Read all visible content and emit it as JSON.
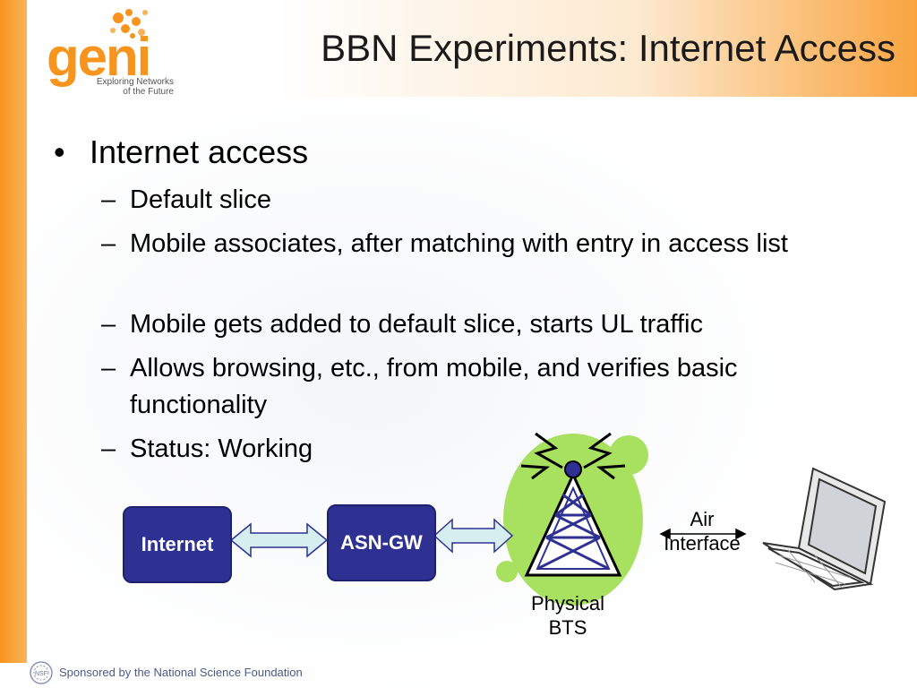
{
  "title": "BBN Experiments:  Internet Access",
  "logo": {
    "word": "geni",
    "tagline_line1": "Exploring Networks",
    "tagline_line2": "of the Future"
  },
  "bullets": {
    "main": "Internet access",
    "subs": [
      {
        "dash": "–",
        "text": "Default slice"
      },
      {
        "dash": "–",
        "text": "Mobile associates, after matching with entry in access list"
      },
      {
        "dash": "–",
        "text": "Mobile gets added to default slice, starts UL traffic"
      },
      {
        "dash": "–",
        "text": "Allows browsing, etc., from mobile, and verifies basic functionality"
      },
      {
        "dash": "–",
        "text": "Status:  Working"
      }
    ]
  },
  "diagram": {
    "internet_label": "Internet",
    "asngw_label": "ASN-GW",
    "bts_label_line1": "Physical",
    "bts_label_line2": "BTS",
    "air_label_line1": "Air",
    "air_label_line2": "Interface"
  },
  "footer": {
    "text": "Sponsored by the National Science Foundation",
    "seal_text": "NSF"
  },
  "colors": {
    "accent_orange": "#f7941d",
    "box_navy": "#2e3192",
    "arrow_fill": "#d6eef0",
    "bts_green": "#a8e05f"
  }
}
